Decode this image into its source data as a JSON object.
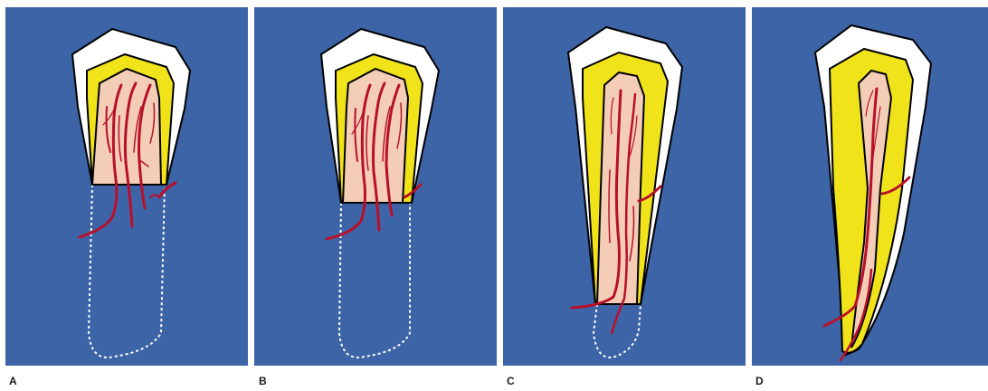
{
  "panels": [
    {
      "label": "A"
    },
    {
      "label": "B"
    },
    {
      "label": "C"
    },
    {
      "label": "D"
    }
  ],
  "colors": {
    "background": "#3c64a6",
    "enamel": "#ffffff",
    "dentin": "#f1e31a",
    "pulp": "#f3cdb6",
    "vessels": "#b8102a",
    "outline": "#000000",
    "future_root_outline": "#ffffff"
  },
  "icons": [
    "tooth-crown-stage-icon",
    "tooth-early-root-stage-icon",
    "tooth-developing-root-stage-icon",
    "tooth-complete-root-stage-icon"
  ]
}
